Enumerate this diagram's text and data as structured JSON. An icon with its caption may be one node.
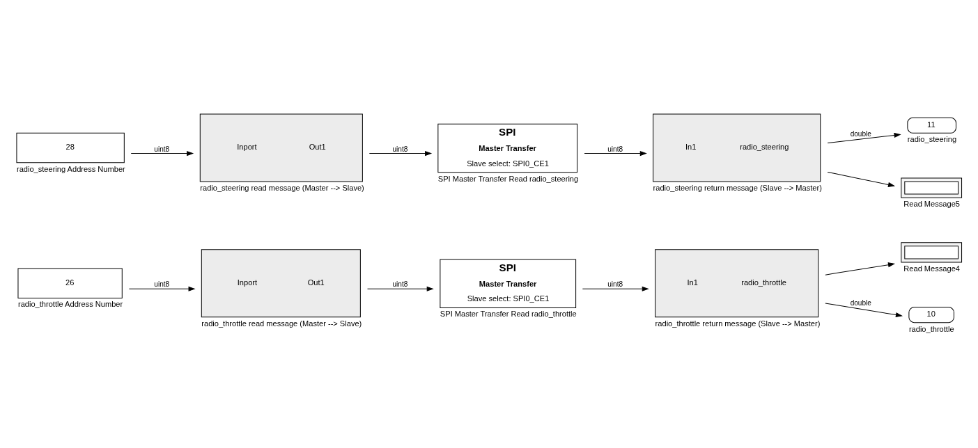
{
  "diagram": {
    "nodes": [
      {
        "text": [
          "26"
        ],
        "beside": [
          "radio_throttle Address Number"
        ]
      },
      {
        "text": [
          "Inport",
          "Out1"
        ],
        "beside": [
          "radio_throttle read message (Master --> Slave)"
        ]
      },
      {
        "text": [
          "SPI",
          "Master Transfer",
          "Slave select: SPI0_CE1"
        ],
        "beside": [
          "SPI Master Transfer Read radio_throttle"
        ]
      },
      {
        "text": [
          "In1",
          "radio_throttle"
        ],
        "beside": [
          "radio_throttle return message (Slave --> Master)"
        ]
      },
      {
        "text": [],
        "shape": "box",
        "beside": [
          "Read Message4"
        ]
      },
      {
        "text": [
          "10"
        ],
        "beside": [
          "radio_throttle"
        ]
      },
      {
        "text": [
          "28"
        ],
        "beside": [
          "radio_steering Address Number"
        ]
      },
      {
        "text": [
          "Inport",
          "Out1"
        ],
        "beside": [
          "radio_steering read message (Master --> Slave)"
        ]
      },
      {
        "text": [
          "SPI",
          "Master Transfer",
          "Slave select: SPI0_CE1"
        ],
        "beside": [
          "SPI Master Transfer Read radio_steering"
        ]
      },
      {
        "text": [
          "In1",
          "radio_steering"
        ],
        "beside": [
          "radio_steering return message (Slave --> Master)"
        ]
      },
      {
        "text": [
          "11"
        ],
        "beside": [
          "radio_steering"
        ]
      },
      {
        "text": [],
        "shape": "box",
        "beside": [
          "Read Message5"
        ]
      }
    ],
    "edges": [
      {
        "from": 0,
        "to": 1,
        "arrow": "to",
        "label": "uint8"
      },
      {
        "from": 1,
        "to": 2,
        "arrow": "to",
        "label": "uint8"
      },
      {
        "from": 2,
        "to": 3,
        "arrow": "to",
        "label": "uint8"
      },
      {
        "from": 3,
        "to": 4,
        "arrow": "to"
      },
      {
        "from": 3,
        "to": 5,
        "arrow": "to",
        "label": "double"
      },
      {
        "from": 6,
        "to": 7,
        "arrow": "to",
        "label": "uint8"
      },
      {
        "from": 7,
        "to": 8,
        "arrow": "to",
        "label": "uint8"
      },
      {
        "from": 8,
        "to": 9,
        "arrow": "to",
        "label": "uint8"
      },
      {
        "from": 9,
        "to": 10,
        "arrow": "to",
        "label": "double"
      },
      {
        "from": 9,
        "to": 11,
        "arrow": "to"
      }
    ]
  }
}
